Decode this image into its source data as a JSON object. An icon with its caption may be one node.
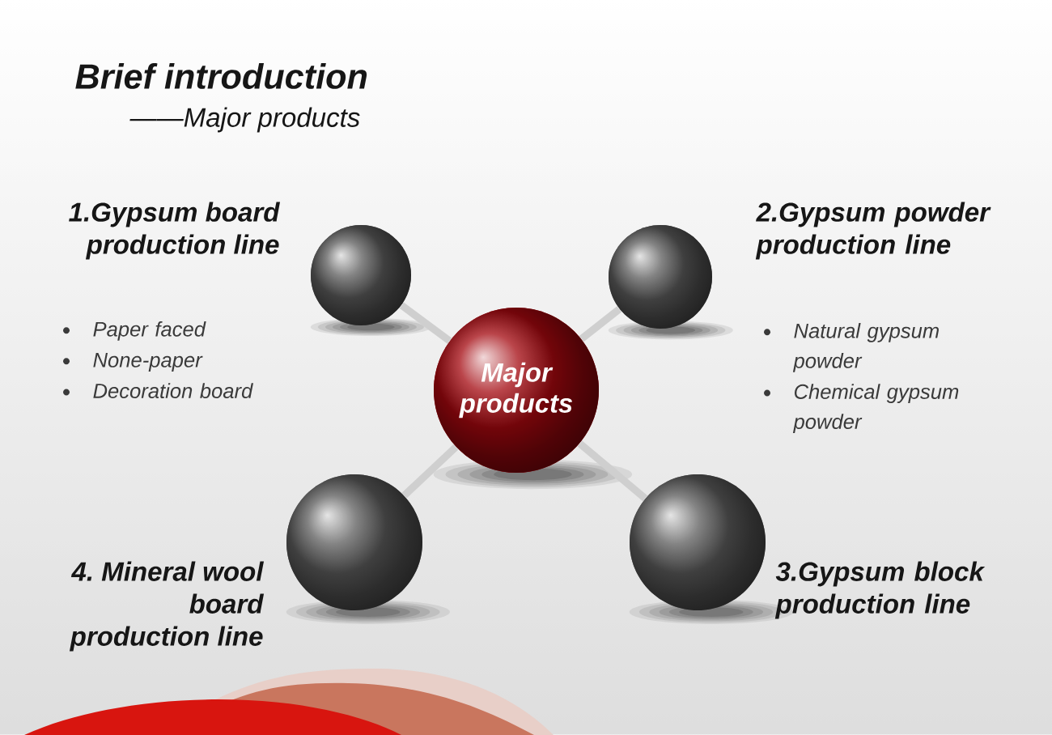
{
  "diagram": {
    "title": "Brief introduction",
    "nodes": [
      {
        "text": [],
        "shape": "circle",
        "beside": [
          "1.Gypsum board production line",
          "Paper faced",
          "None-paper",
          "Decoration board"
        ]
      },
      {
        "text": [],
        "shape": "circle",
        "beside": [
          "2.Gypsum powder production line",
          "Natural gypsum powder",
          "Chemical gypsum powder"
        ]
      },
      {
        "text": [
          "Major products"
        ]
      },
      {
        "text": [],
        "shape": "circle",
        "beside": [
          "4. Mineral wool board production line"
        ]
      },
      {
        "text": [],
        "shape": "circle",
        "beside": [
          "3.Gypsum block production line"
        ]
      }
    ],
    "edges": [
      {
        "from": 2,
        "to": 0,
        "arrow": "none"
      },
      {
        "from": 2,
        "to": 1,
        "arrow": "none"
      },
      {
        "from": 2,
        "to": 3,
        "arrow": "none"
      },
      {
        "from": 2,
        "to": 4,
        "arrow": "none"
      }
    ],
    "labels": [
      "——Major products"
    ]
  }
}
